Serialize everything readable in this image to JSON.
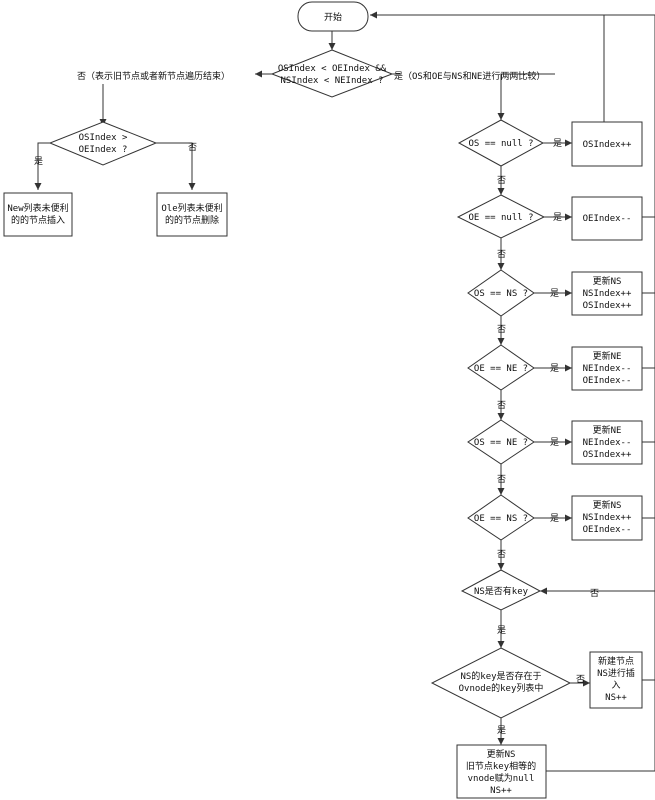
{
  "nodes": {
    "start": "开始",
    "main_cond": [
      "OSIndex < OEIndex &&",
      "NSIndex < NEIndex ?"
    ],
    "left_label": "否（表示旧节点或者新节点遍历结束）",
    "right_label": "是（OS和OE与NS和NE进行两两比较）",
    "left_cond": [
      "OSIndex >",
      "OEIndex ?"
    ],
    "new_insert": [
      "New列表未便利",
      "的的节点插入"
    ],
    "old_delete": [
      "Ole列表未便利",
      "的的节点删除"
    ],
    "d1": "OS == null ?",
    "b1": [
      "OSIndex++"
    ],
    "d2": "OE == null ?",
    "b2": [
      "OEIndex--"
    ],
    "d3": "OS == NS ?",
    "b3": [
      "更新NS",
      "NSIndex++",
      "OSIndex++"
    ],
    "d4": "OE == NE ?",
    "b4": [
      "更新NE",
      "NEIndex--",
      "OEIndex--"
    ],
    "d5": "OS == NE ?",
    "b5": [
      "更新NE",
      "NEIndex--",
      "OSIndex++"
    ],
    "d6": "OE == NS ?",
    "b6": [
      "更新NS",
      "NSIndex++",
      "OEIndex--"
    ],
    "d7": "NS是否有key",
    "d8": [
      "NS的key是否存在于",
      "Ovnode的key列表中"
    ],
    "b8": [
      "新建节点",
      "NS进行插",
      "入",
      "NS++"
    ],
    "b9": [
      "更新NS",
      "旧节点key相等的",
      "vnode赋为null",
      "NS++"
    ]
  },
  "labels": {
    "yes": "是",
    "no": "否"
  }
}
